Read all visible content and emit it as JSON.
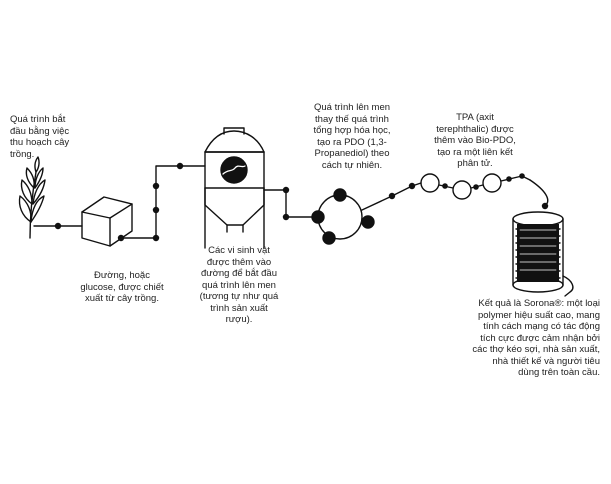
{
  "steps": {
    "harvest": "Quá trình bắt\nđầu bằng việc\nthu hoạch cây\ntrồng.",
    "glucose": "Đường, hoặc\nglucose, được chiết\nxuất từ cây trồng.",
    "microbes": "Các vi sinh vật\nđược thêm vào\nđường để bắt đầu\nquá trình lên men\n(tương tự như quá\ntrình sản xuất\nrượu).",
    "fermentation": "Quá trình lên men\nthay thế quá trình\ntổng hợp hóa học,\ntạo ra PDO (1,3-\nPropanediol) theo\ncách tự nhiên.",
    "tpa": "TPA (axit\nterephthalic) được\nthêm vào Bio-PDO,\ntạo ra một liên kết\nphân tử.",
    "sorona": "Kết quả là Sorona®: một loại\npolymer hiệu suất cao, mang\ntính cách mạng có tác động\ntích cực được cảm nhận bởi\ncác thợ kéo sợi, nhà sản xuất,\nnhà thiết kế và người tiêu\ndùng trên toàn cầu."
  }
}
